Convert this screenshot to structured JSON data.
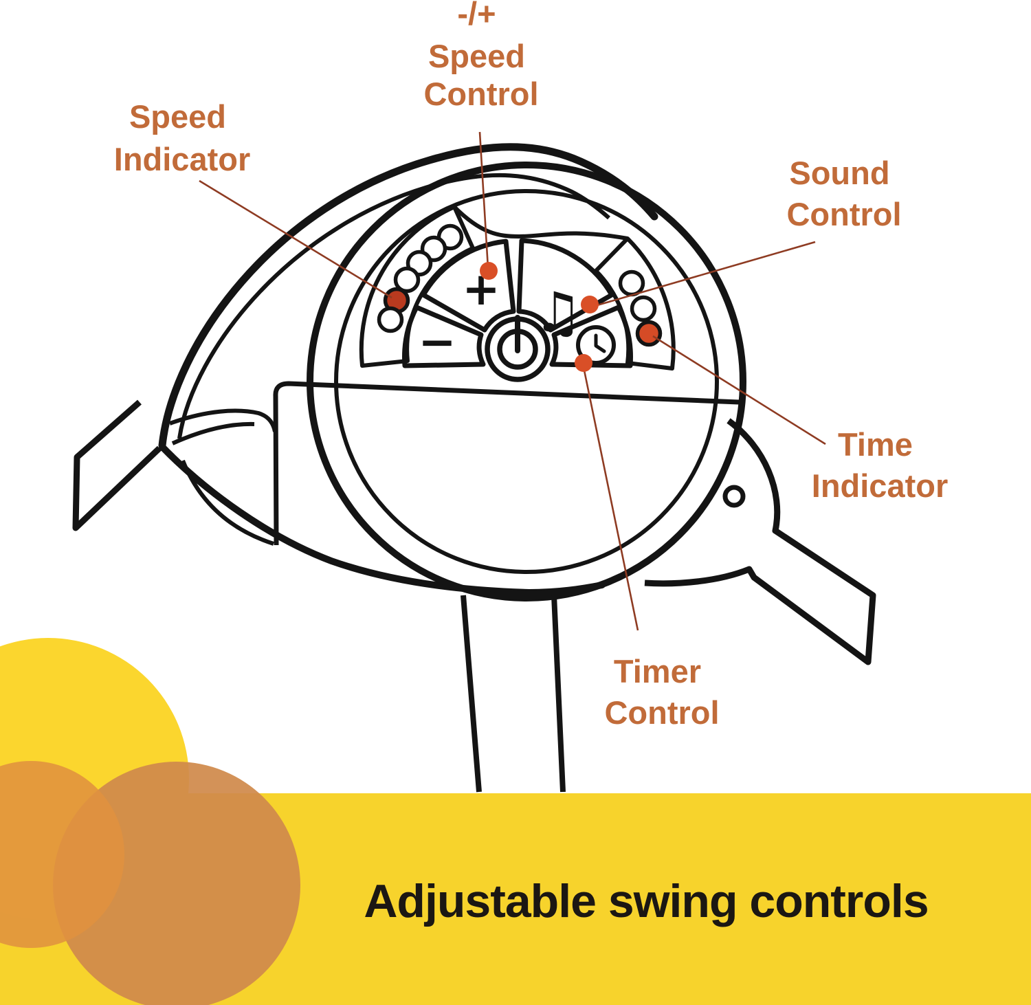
{
  "callouts": {
    "speed_control": {
      "lines": [
        "-/+",
        "Speed",
        "Control"
      ]
    },
    "speed_indicator": {
      "lines": [
        "Speed",
        "Indicator"
      ]
    },
    "sound_control": {
      "lines": [
        "Sound",
        "Control"
      ]
    },
    "time_indicator": {
      "lines": [
        "Time",
        "Indicator"
      ]
    },
    "timer_control": {
      "lines": [
        "Timer",
        "Control"
      ]
    }
  },
  "panel": {
    "glyphs": {
      "plus": "+",
      "minus": "−",
      "music": "♫"
    },
    "led_states": {
      "left": [
        false,
        false,
        false,
        false,
        true,
        false
      ],
      "right": [
        false,
        false,
        true
      ]
    }
  },
  "banner": {
    "title": "Adjustable swing controls",
    "background": "#F7D32C",
    "text_color": "#1B1713"
  },
  "colors": {
    "label_text": "#C16B39",
    "leader_line": "#8E3B22",
    "callout_dot": "#D94F27",
    "active_led_left": "#B93A1F",
    "active_led_right": "#D54B26",
    "line_art": "#141414",
    "decor_yellow": "#FBD62E",
    "decor_orange_left": "#E0923F",
    "decor_orange_right": "#D08A4B"
  }
}
